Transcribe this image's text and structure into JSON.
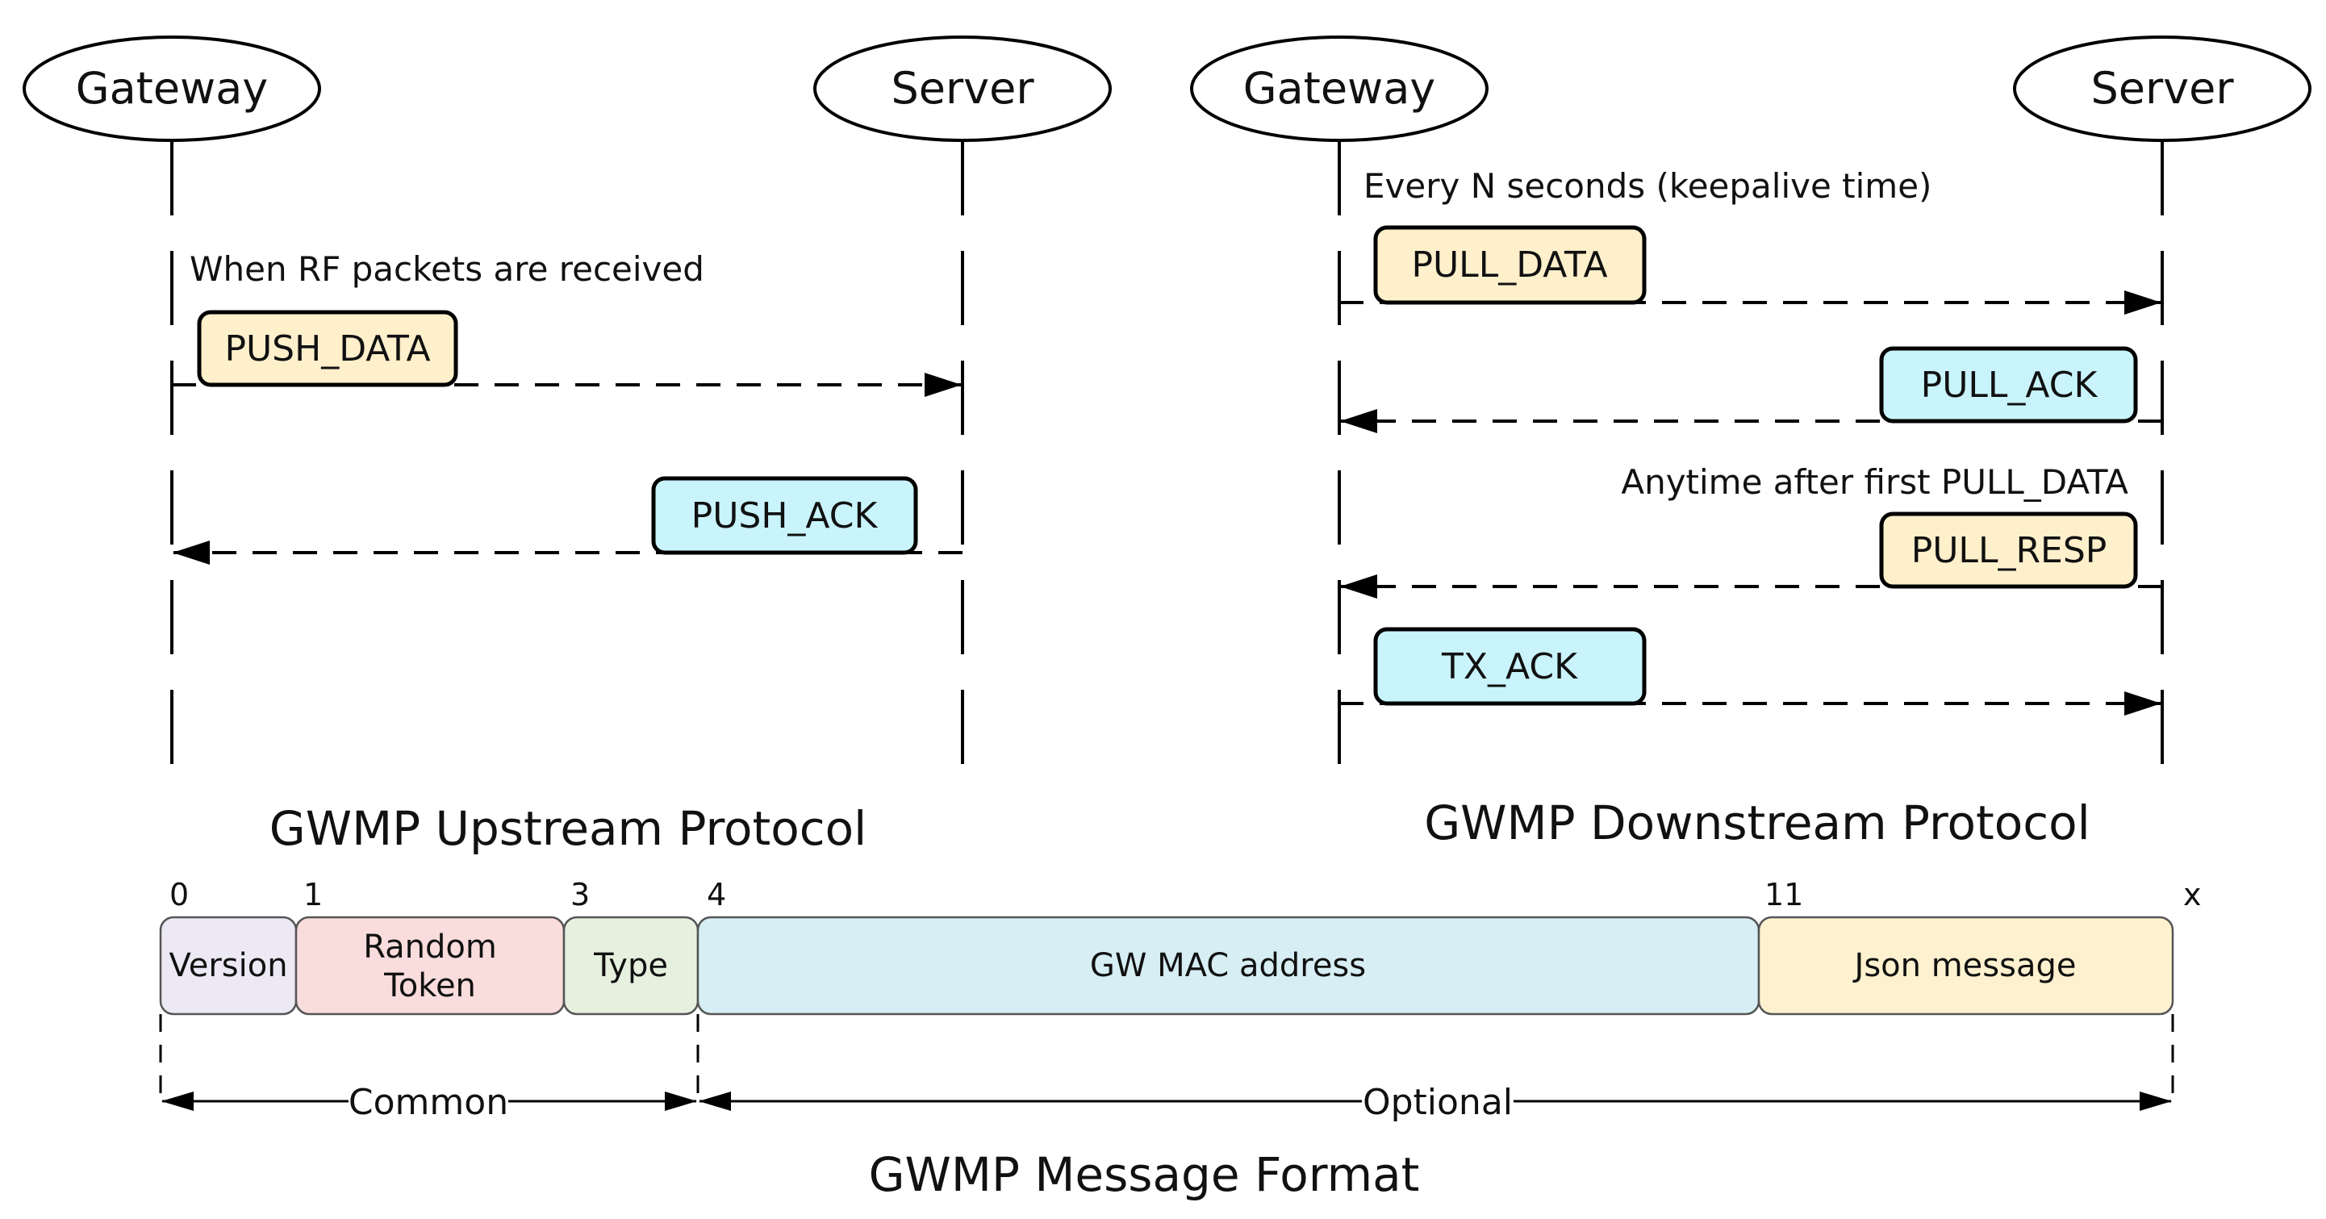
{
  "colors": {
    "request": "#fff0cc",
    "ack": "#c9f4fc",
    "version": "#ece8f4",
    "random_token": "#f9dcdc",
    "type": "#e6f0de",
    "gw_mac": "#d6eef4",
    "json_message": "#fdf1cf"
  },
  "upstream": {
    "title": "GWMP Upstream Protocol",
    "gateway": "Gateway",
    "server": "Server",
    "note": "When RF packets are received",
    "push_data": "PUSH_DATA",
    "push_ack": "PUSH_ACK"
  },
  "downstream": {
    "title": "GWMP Downstream Protocol",
    "gateway": "Gateway",
    "server": "Server",
    "note_keepalive": "Every N seconds (keepalive time)",
    "pull_data": "PULL_DATA",
    "pull_ack": "PULL_ACK",
    "note_anytime": "Anytime after first PULL_DATA",
    "pull_resp": "PULL_RESP",
    "tx_ack": "TX_ACK"
  },
  "message_format": {
    "title": "GWMP Message Format",
    "offsets": [
      "0",
      "1",
      "3",
      "4",
      "11",
      "x"
    ],
    "fields": {
      "version": "Version",
      "random_token_line1": "Random",
      "random_token_line2": "Token",
      "type": "Type",
      "gw_mac": "GW MAC address",
      "json_message": "Json message"
    },
    "groups": {
      "common": "Common",
      "optional": "Optional"
    }
  }
}
